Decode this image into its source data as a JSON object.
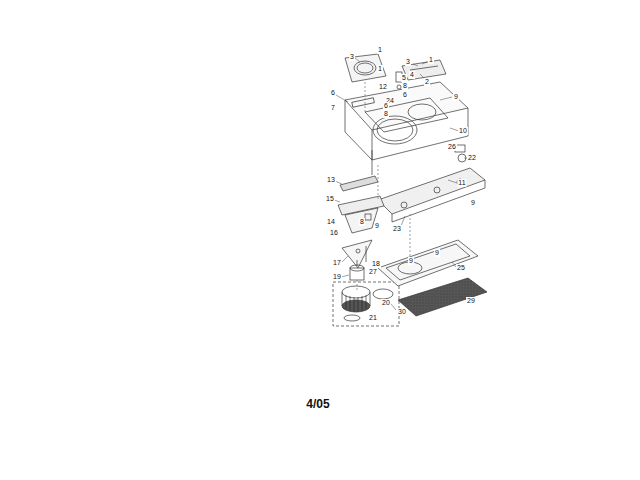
{
  "diagram": {
    "labels": [
      "3",
      "1",
      "3",
      "1",
      "4",
      "2",
      "1",
      "5",
      "12",
      "8",
      "6",
      "9",
      "24",
      "6",
      "6",
      "7",
      "8",
      "10",
      "26",
      "22",
      "11",
      "9",
      "13",
      "15",
      "14",
      "8",
      "9",
      "23",
      "16",
      "9",
      "17",
      "18",
      "9",
      "25",
      "19",
      "27",
      "20",
      "21",
      "30",
      "29",
      "4/05"
    ]
  }
}
